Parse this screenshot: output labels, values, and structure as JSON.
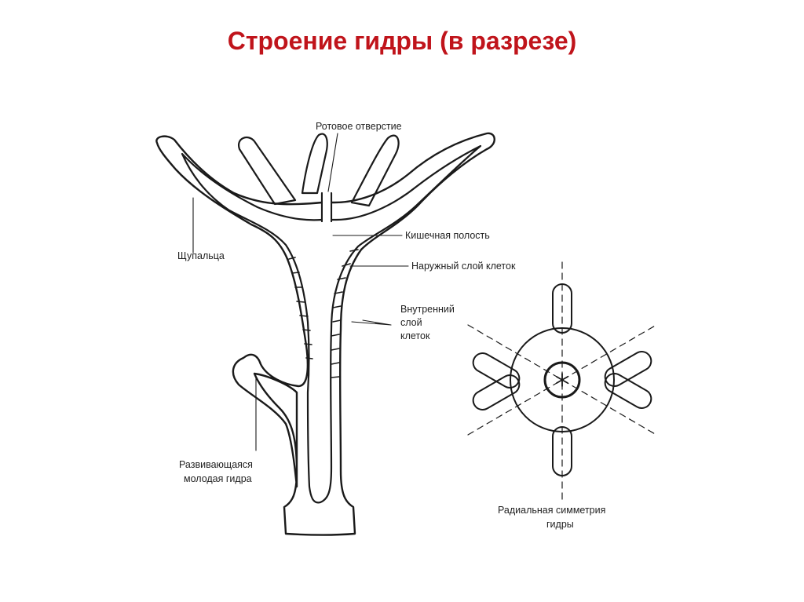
{
  "slide": {
    "title": "Строение гидры (в разрезе)"
  },
  "diagram": {
    "labels": {
      "mouth": "Ротовое отверстие",
      "tentacles": "Щупальца",
      "gut_cavity": "Кишечная полость",
      "outer_layer": "Наружный слой клеток",
      "inner_layer_1": "Внутренний",
      "inner_layer_2": "слой",
      "inner_layer_3": "клеток",
      "bud_1": "Развивающаяся",
      "bud_2": "молодая гидра",
      "symmetry_1": "Радиальная симметрия",
      "symmetry_2": "гидры"
    }
  },
  "colors": {
    "title": "#c0141b",
    "ink": "#1a1a1a",
    "background": "#ffffff"
  }
}
